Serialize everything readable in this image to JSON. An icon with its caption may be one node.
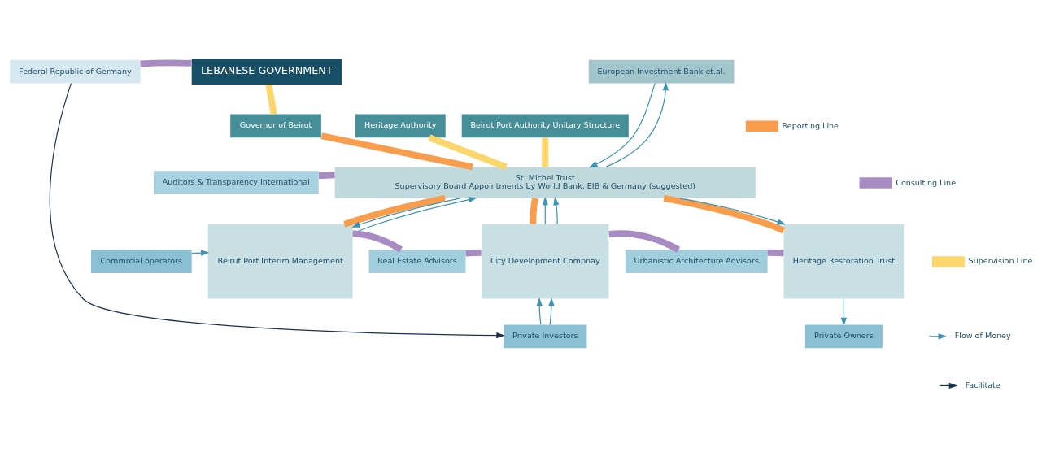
{
  "diagram": {
    "nodes": [
      {
        "text": [
          "Federal Republic of Germany"
        ]
      },
      {
        "text": [
          "LEBANESE GOVERNMENT"
        ]
      },
      {
        "text": [
          "European Investment Bank et.al."
        ]
      },
      {
        "text": [
          "Beirut Port Authority Unitary Structure"
        ]
      },
      {
        "text": [
          "Governor of Beirut"
        ]
      },
      {
        "text": [
          "Heritage Authority"
        ]
      },
      {
        "text": [
          "Auditors & Transparency International"
        ]
      },
      {
        "text": [
          "St. Michel Trust",
          "Supervisory Board Appointments by World Bank, EIB & Germany (suggested)"
        ]
      },
      {
        "text": [
          "Beirut Port Interim Management"
        ]
      },
      {
        "text": [
          "Real Estate Advisors"
        ]
      },
      {
        "text": [
          "City Development Compnay"
        ]
      },
      {
        "text": [
          "Urbanistic Architecture Advisors"
        ]
      },
      {
        "text": [
          "Heritage Restoration Trust"
        ]
      },
      {
        "text": [
          "Commrcial operators"
        ]
      },
      {
        "text": [
          "Private Owners"
        ]
      },
      {
        "text": [
          "Private Investors"
        ]
      }
    ],
    "edges": [
      {
        "from": 0,
        "to": 1,
        "arrow": "none",
        "color": "#a98bc3"
      },
      {
        "from": 1,
        "to": 4,
        "arrow": "none",
        "color": "#fcd56b"
      },
      {
        "from": 3,
        "to": 7,
        "arrow": "none",
        "color": "#fcd56b"
      },
      {
        "from": 4,
        "to": 7,
        "arrow": "none",
        "color": "#f89d4b"
      },
      {
        "from": 5,
        "to": 7,
        "arrow": "none",
        "color": "#fcd56b"
      },
      {
        "from": 6,
        "to": 7,
        "arrow": "none",
        "color": "#a98bc3"
      },
      {
        "from": 7,
        "to": 8,
        "arrow": "none",
        "color": "#f89d4b"
      },
      {
        "from": 7,
        "to": 10,
        "arrow": "none",
        "color": "#f89d4b"
      },
      {
        "from": 7,
        "to": 12,
        "arrow": "none",
        "color": "#f89d4b"
      },
      {
        "from": 8,
        "to": 9,
        "arrow": "none",
        "color": "#a98bc3"
      },
      {
        "from": 9,
        "to": 10,
        "arrow": "none",
        "color": "#a98bc3"
      },
      {
        "from": 10,
        "to": 11,
        "arrow": "none",
        "color": "#a98bc3"
      },
      {
        "from": 11,
        "to": 12,
        "arrow": "none",
        "color": "#a98bc3"
      },
      {
        "from": 7,
        "to": 8,
        "arrow": "to"
      },
      {
        "from": 8,
        "to": 7,
        "arrow": "to"
      },
      {
        "from": 10,
        "to": 7,
        "arrow": "to"
      },
      {
        "from": 10,
        "to": 7,
        "arrow": "to"
      },
      {
        "from": 15,
        "to": 10,
        "arrow": "to"
      },
      {
        "from": 15,
        "to": 10,
        "arrow": "to"
      },
      {
        "from": 7,
        "to": 12,
        "arrow": "to"
      },
      {
        "from": 2,
        "to": 7,
        "arrow": "to"
      },
      {
        "from": 7,
        "to": 2,
        "arrow": "to"
      },
      {
        "from": 13,
        "to": 8,
        "arrow": "to"
      },
      {
        "from": 12,
        "to": 14,
        "arrow": "to"
      },
      {
        "from": 0,
        "to": 15,
        "arrow": "to",
        "color": "#1b2f4f"
      }
    ],
    "legend": [
      {
        "text": "Reporting Line",
        "color": "#f89d4b"
      },
      {
        "text": "Consulting Line",
        "color": "#a98bc3"
      },
      {
        "text": "Supervision Line",
        "color": "#fcd56b"
      },
      {
        "text": "Flow of Money"
      },
      {
        "text": "Facilitate"
      }
    ]
  }
}
